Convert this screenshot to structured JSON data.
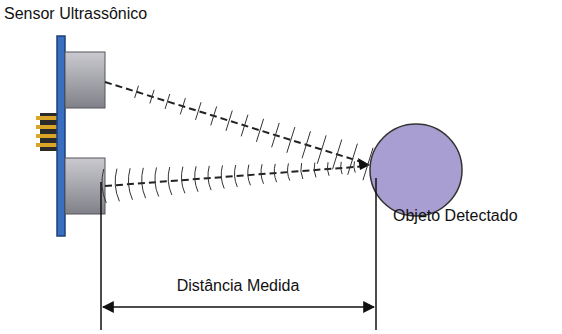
{
  "diagram": {
    "labels": [
      "Sensor Ultrassônico",
      "Objeto Detectado",
      "Distância Medida"
    ]
  }
}
